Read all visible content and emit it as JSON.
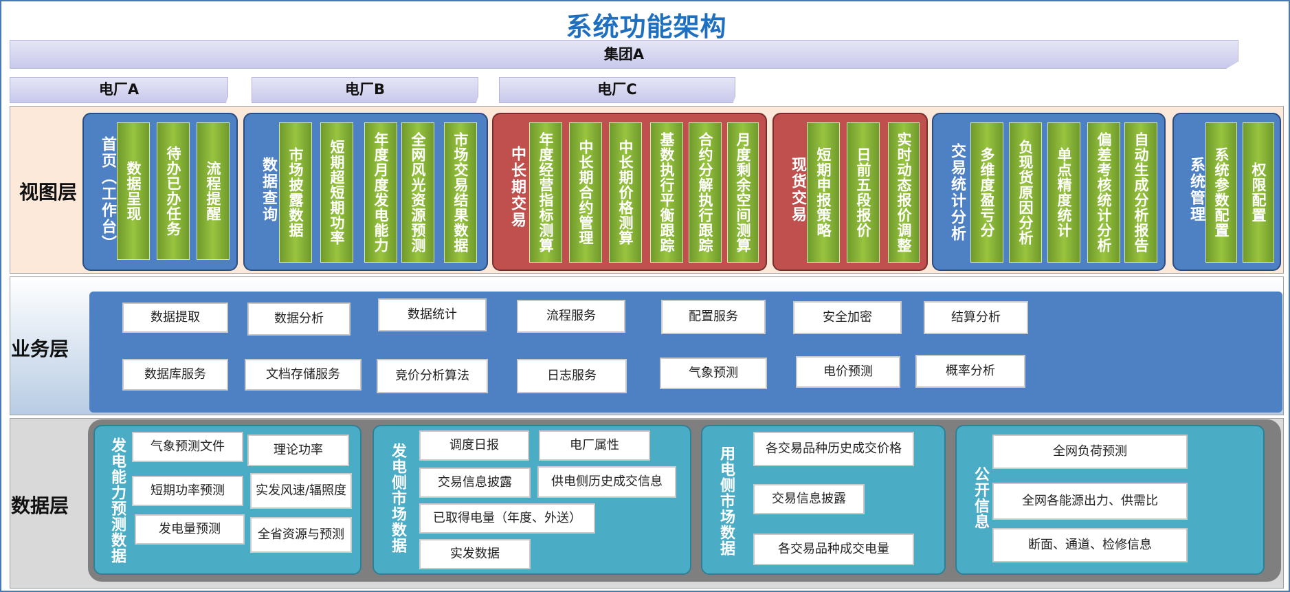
{
  "title": "系统功能架构",
  "group_banner": "集团A",
  "plant_banners": [
    "电厂A",
    "电厂B",
    "电厂C"
  ],
  "layers": {
    "view": "视图层",
    "business": "业务层",
    "data": "数据层"
  },
  "view_groups": [
    {
      "title": "首页（工作台）",
      "color": "blue",
      "items": [
        "数据呈现",
        "待办已办任务",
        "流程提醒"
      ]
    },
    {
      "title": "数据查询",
      "color": "blue",
      "items": [
        "市场披露数据",
        "短期超短期功率",
        "年度月度发电能力",
        "全网风光资源预测",
        "市场交易结果数据"
      ]
    },
    {
      "title": "中长期交易",
      "color": "red",
      "items": [
        "年度经营指标测算",
        "中长期合约管理",
        "中长期价格测算",
        "基数执行平衡跟踪",
        "合约分解执行跟踪",
        "月度剩余空间测算"
      ]
    },
    {
      "title": "现货交易",
      "color": "red",
      "items": [
        "短期申报策略",
        "日前五段报价",
        "实时动态报价调整"
      ]
    },
    {
      "title": "交易统计分析",
      "color": "blue",
      "items": [
        "多维度盈亏分",
        "负现货原因分析",
        "单点精度统计",
        "偏差考核统计分析",
        "自动生成分析报告"
      ]
    },
    {
      "title": "系统管理",
      "color": "blue",
      "items": [
        "系统参数配置",
        "权限配置"
      ]
    }
  ],
  "business_services": {
    "row1": [
      "数据提取",
      "数据分析",
      "数据统计",
      "流程服务",
      "配置服务",
      "安全加密",
      "结算分析"
    ],
    "row2": [
      "数据库服务",
      "文档存储服务",
      "竞价分析算法",
      "日志服务",
      "气象预测",
      "电价预测",
      "概率分析"
    ]
  },
  "data_groups": [
    {
      "title": "发电能力预测数据",
      "items": [
        "气象预测文件",
        "理论功率",
        "短期功率预测",
        "实发风速/辐照度",
        "发电量预测",
        "全省资源与预测"
      ]
    },
    {
      "title": "发电侧市场数据",
      "items": [
        "调度日报",
        "电厂属性",
        "交易信息披露",
        "供电侧历史成交信息",
        "已取得电量（年度、外送）",
        "实发数据"
      ]
    },
    {
      "title": "用电侧市场数据",
      "items": [
        "各交易品种历史成交价格",
        "交易信息披露",
        "各交易品种成交电量"
      ]
    },
    {
      "title": "公开信息",
      "items": [
        "全网负荷预测",
        "全网各能源出力、供需比",
        "断面、通道、检修信息"
      ]
    }
  ],
  "colors": {
    "title": "#1f6fc1",
    "view_band": "#fde9d9",
    "business_band": "#dbe5f1",
    "data_band": "#d9d9d9",
    "blue_group": "#4e80c4",
    "red_group": "#c0504d",
    "green_item": "#8ab43a",
    "teal_group": "#4bacc6"
  }
}
